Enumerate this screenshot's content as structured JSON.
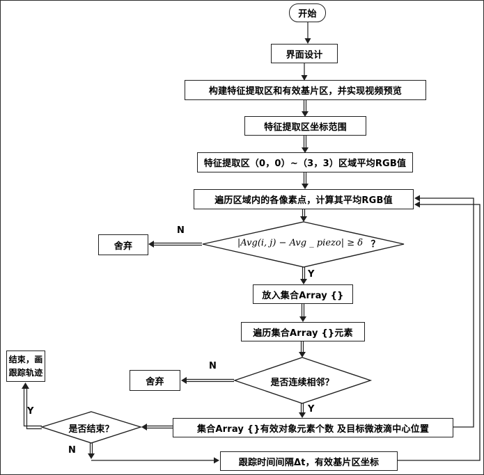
{
  "flowchart": {
    "nodes": {
      "start": "开始",
      "ui_design": "界面设计",
      "build_regions": "构建特征提取区和有效基片区，并实现视频预览",
      "coord_range": "特征提取区坐标范围",
      "region_avg_rgb": "特征提取区（0，0）~（3，3）区域平均RGB值",
      "traverse_pixels": "遍历区域内的各像素点，计算其平均RGB值",
      "threshold_formula": "|Avg(i, j) − Avg _ piezo| ≥ δ",
      "threshold_qmark": "？",
      "discard_1": "舍弃",
      "put_into_array": "放入集合Array {}",
      "traverse_array": "遍历集合Array {}元素",
      "adjacent_check": "是否连续相邻？",
      "discard_2": "舍弃",
      "array_count_center": "集合Array {}有效对象元素个数 及目标微液滴中心位置",
      "finish_check": "是否结束？",
      "end_track_line1": "结束，画",
      "end_track_line2": "跟踪轨迹",
      "track_interval": "跟踪时间间隔Δt，有效基片区坐标"
    },
    "branch_labels": {
      "n": "N",
      "y": "Y"
    },
    "colors": {
      "stroke": "#1f1f1f",
      "node_fill": "#ffffff",
      "background": "#ffffff"
    }
  }
}
